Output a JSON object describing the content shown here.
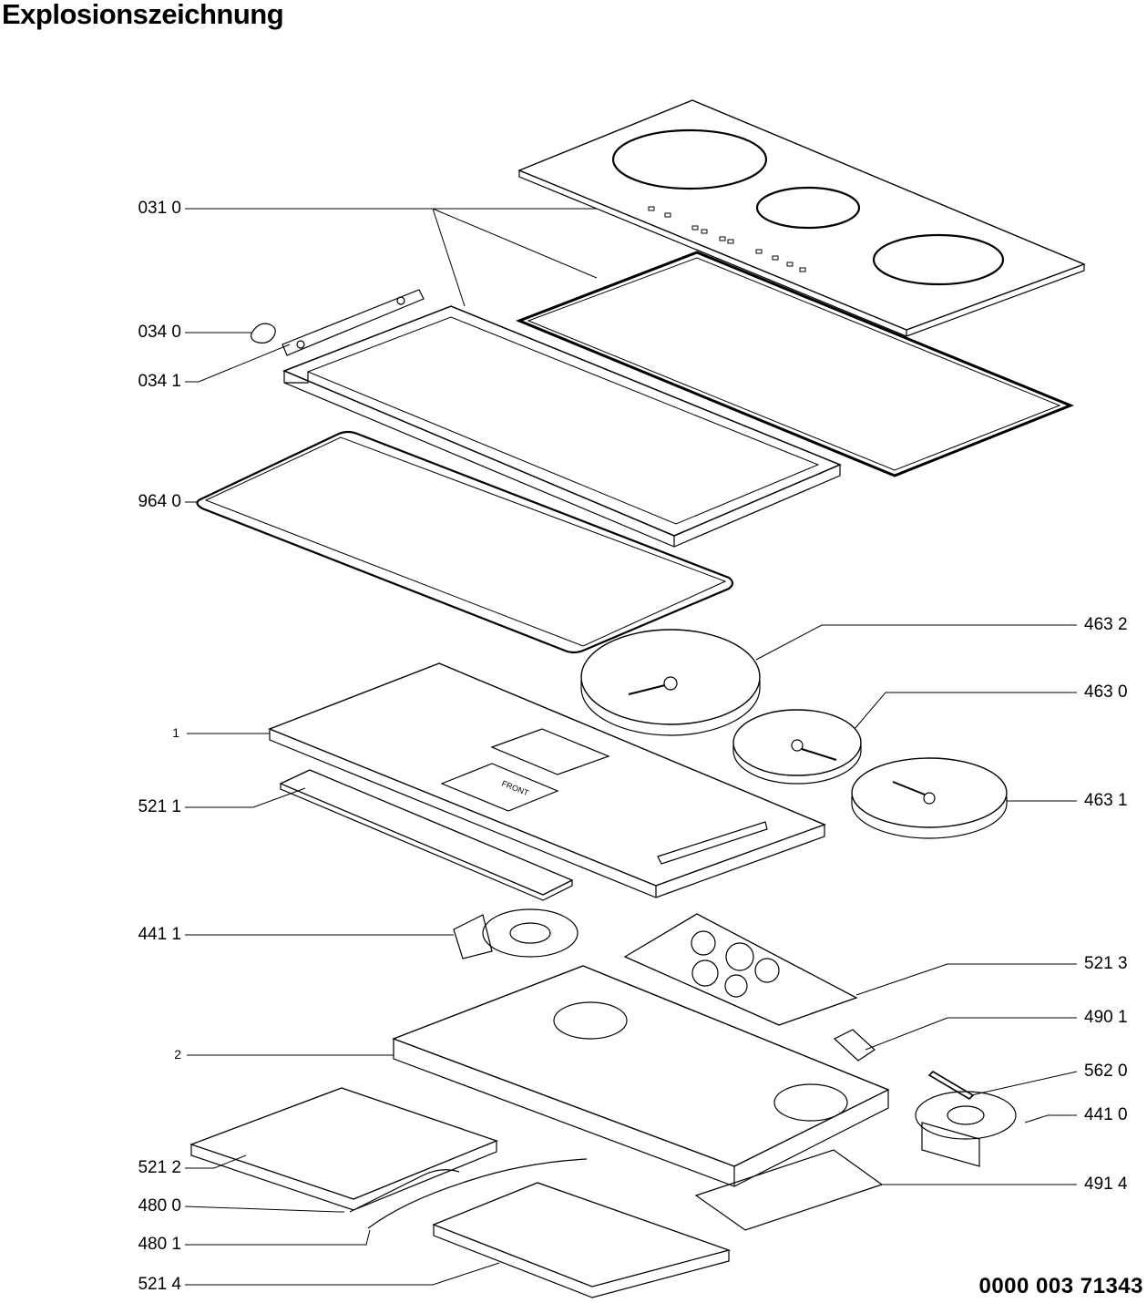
{
  "title": "Explosionszeichnung",
  "document_number": "0000 003 71343",
  "labels_left": [
    {
      "id": "031-0",
      "text": "031 0"
    },
    {
      "id": "034-0",
      "text": "034 0"
    },
    {
      "id": "034-1",
      "text": "034 1"
    },
    {
      "id": "964-0",
      "text": "964 0"
    },
    {
      "id": "1",
      "text": "1"
    },
    {
      "id": "521-1",
      "text": "521 1"
    },
    {
      "id": "441-1",
      "text": "441 1"
    },
    {
      "id": "2",
      "text": "2"
    },
    {
      "id": "521-2",
      "text": "521 2"
    },
    {
      "id": "480-0",
      "text": "480 0"
    },
    {
      "id": "480-1",
      "text": "480 1"
    },
    {
      "id": "521-4",
      "text": "521 4"
    }
  ],
  "labels_right": [
    {
      "id": "463-2",
      "text": "463 2"
    },
    {
      "id": "463-0",
      "text": "463 0"
    },
    {
      "id": "463-1",
      "text": "463 1"
    },
    {
      "id": "521-3",
      "text": "521 3"
    },
    {
      "id": "490-1",
      "text": "490 1"
    },
    {
      "id": "562-0",
      "text": "562 0"
    },
    {
      "id": "441-0",
      "text": "441 0"
    },
    {
      "id": "491-4",
      "text": "491 4"
    }
  ],
  "panel_marking": "FRONT"
}
